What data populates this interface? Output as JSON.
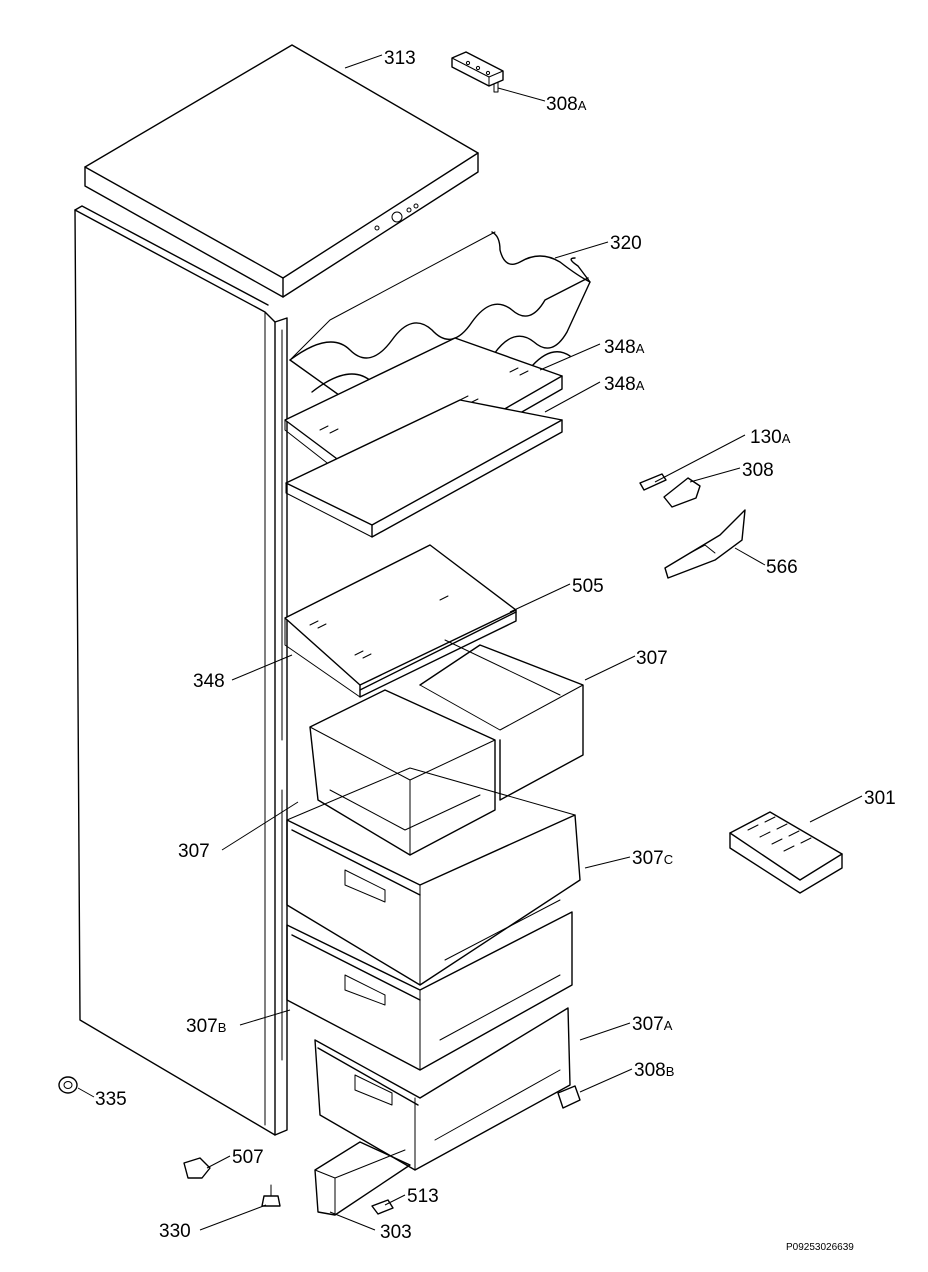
{
  "diagram": {
    "callouts": {
      "313": {
        "num": "313",
        "sfx": ""
      },
      "308A": {
        "num": "308",
        "sfx": "A"
      },
      "320": {
        "num": "320",
        "sfx": ""
      },
      "348A_1": {
        "num": "348",
        "sfx": "A"
      },
      "348A_2": {
        "num": "348",
        "sfx": "A"
      },
      "130A": {
        "num": "130",
        "sfx": "A"
      },
      "308": {
        "num": "308",
        "sfx": ""
      },
      "566": {
        "num": "566",
        "sfx": ""
      },
      "505": {
        "num": "505",
        "sfx": ""
      },
      "307_1": {
        "num": "307",
        "sfx": ""
      },
      "348": {
        "num": "348",
        "sfx": ""
      },
      "301": {
        "num": "301",
        "sfx": ""
      },
      "307_2": {
        "num": "307",
        "sfx": ""
      },
      "307C": {
        "num": "307",
        "sfx": "C"
      },
      "307B": {
        "num": "307",
        "sfx": "B"
      },
      "307A": {
        "num": "307",
        "sfx": "A"
      },
      "308B": {
        "num": "308",
        "sfx": "B"
      },
      "335": {
        "num": "335",
        "sfx": ""
      },
      "507": {
        "num": "507",
        "sfx": ""
      },
      "513": {
        "num": "513",
        "sfx": ""
      },
      "330": {
        "num": "330",
        "sfx": ""
      },
      "303": {
        "num": "303",
        "sfx": ""
      }
    },
    "reference_code": "P09253026639"
  }
}
